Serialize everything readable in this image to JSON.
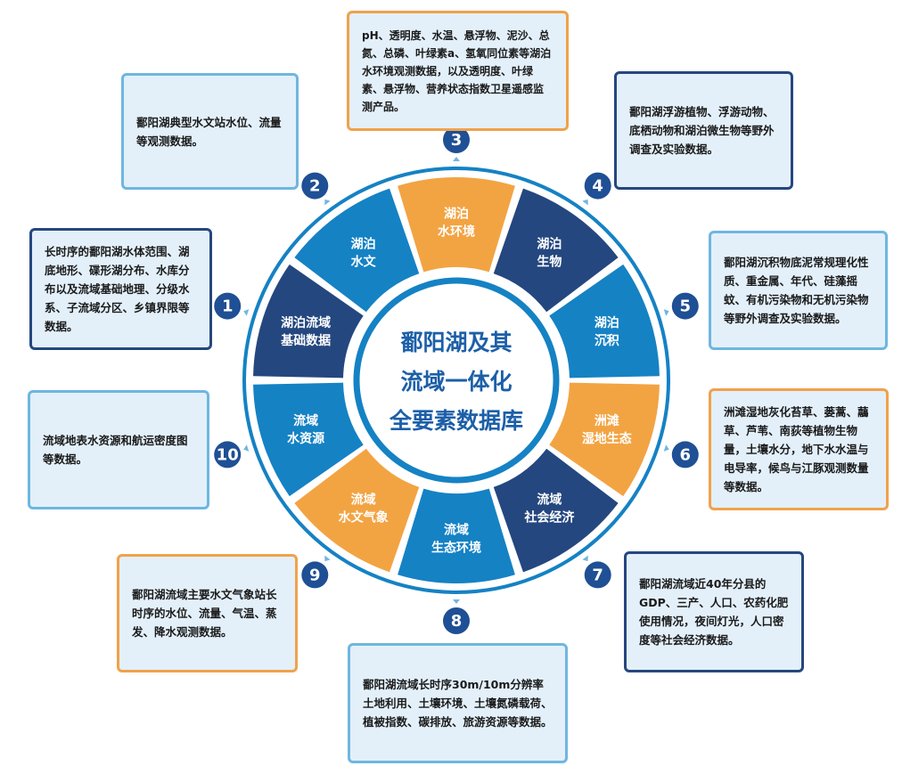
{
  "center": {
    "lines": [
      "鄱阳湖及其",
      "流域一体化",
      "全要素数据库"
    ]
  },
  "segments": [
    {
      "lines": [
        "湖泊",
        "水环境"
      ],
      "color": "#f2a443"
    },
    {
      "lines": [
        "湖泊",
        "生物"
      ],
      "color": "#24477f"
    },
    {
      "lines": [
        "湖泊",
        "沉积"
      ],
      "color": "#1582c4"
    },
    {
      "lines": [
        "洲滩",
        "湿地生态"
      ],
      "color": "#f2a443"
    },
    {
      "lines": [
        "流域",
        "社会经济"
      ],
      "color": "#24477f"
    },
    {
      "lines": [
        "流域",
        "生态环境"
      ],
      "color": "#1582c4"
    },
    {
      "lines": [
        "流域",
        "水文气象"
      ],
      "color": "#f2a443"
    },
    {
      "lines": [
        "流域",
        "水资源"
      ],
      "color": "#1582c4"
    },
    {
      "lines": [
        "湖泊流域",
        "基础数据"
      ],
      "color": "#24477f"
    },
    {
      "lines": [
        "湖泊",
        "水文"
      ],
      "color": "#1582c4"
    }
  ],
  "badges": [
    "3",
    "4",
    "5",
    "6",
    "7",
    "8",
    "9",
    "10",
    "1",
    "2"
  ],
  "boxes": {
    "b1": "长时序的鄱阳湖水体范围、湖底地形、碟形湖分布、水库分布以及流域基础地理、分级水系、子流域分区、乡镇界限等数据。",
    "b2": "鄱阳湖典型水文站水位、流量等观测数据。",
    "b3": "pH、透明度、水温、悬浮物、泥沙、总氮、总磷、叶绿素a、氢氧同位素等湖泊水环境观测数据，以及透明度、叶绿素、悬浮物、营养状态指数卫星遥感监测产品。",
    "b4": "鄱阳湖浮游植物、浮游动物、底栖动物和湖泊微生物等野外调查及实验数据。",
    "b5": "鄱阳湖沉积物底泥常规理化性质、重金属、年代、硅藻摇蚊、有机污染物和无机污染物等野外调查及实验数据。",
    "b6": "洲滩湿地灰化苔草、蒌蒿、虉草、芦苇、南荻等植物生物量，土壤水分，地下水水温与电导率，候鸟与江豚观测数量等数据。",
    "b7": "鄱阳湖流域近40年分县的GDP、三产、人口、农药化肥使用情况，夜间灯光，人口密度等社会经济数据。",
    "b8": "鄱阳湖流域长时序30m/10m分辨率土地利用、土壤环境、土壤氮磷载荷、植被指数、碳排放、旅游资源等数据。",
    "b9": "鄱阳湖流域主要水文气象站长时序的水位、流量、气温、蒸发、降水观测数据。",
    "b10": "流域地表水资源和航运密度图等数据。"
  },
  "colors": {
    "ring_outer": "#1582c4",
    "ring_inner": "#1582c4",
    "badge": "#1f4f95",
    "center_text": "#1c5fa8"
  }
}
